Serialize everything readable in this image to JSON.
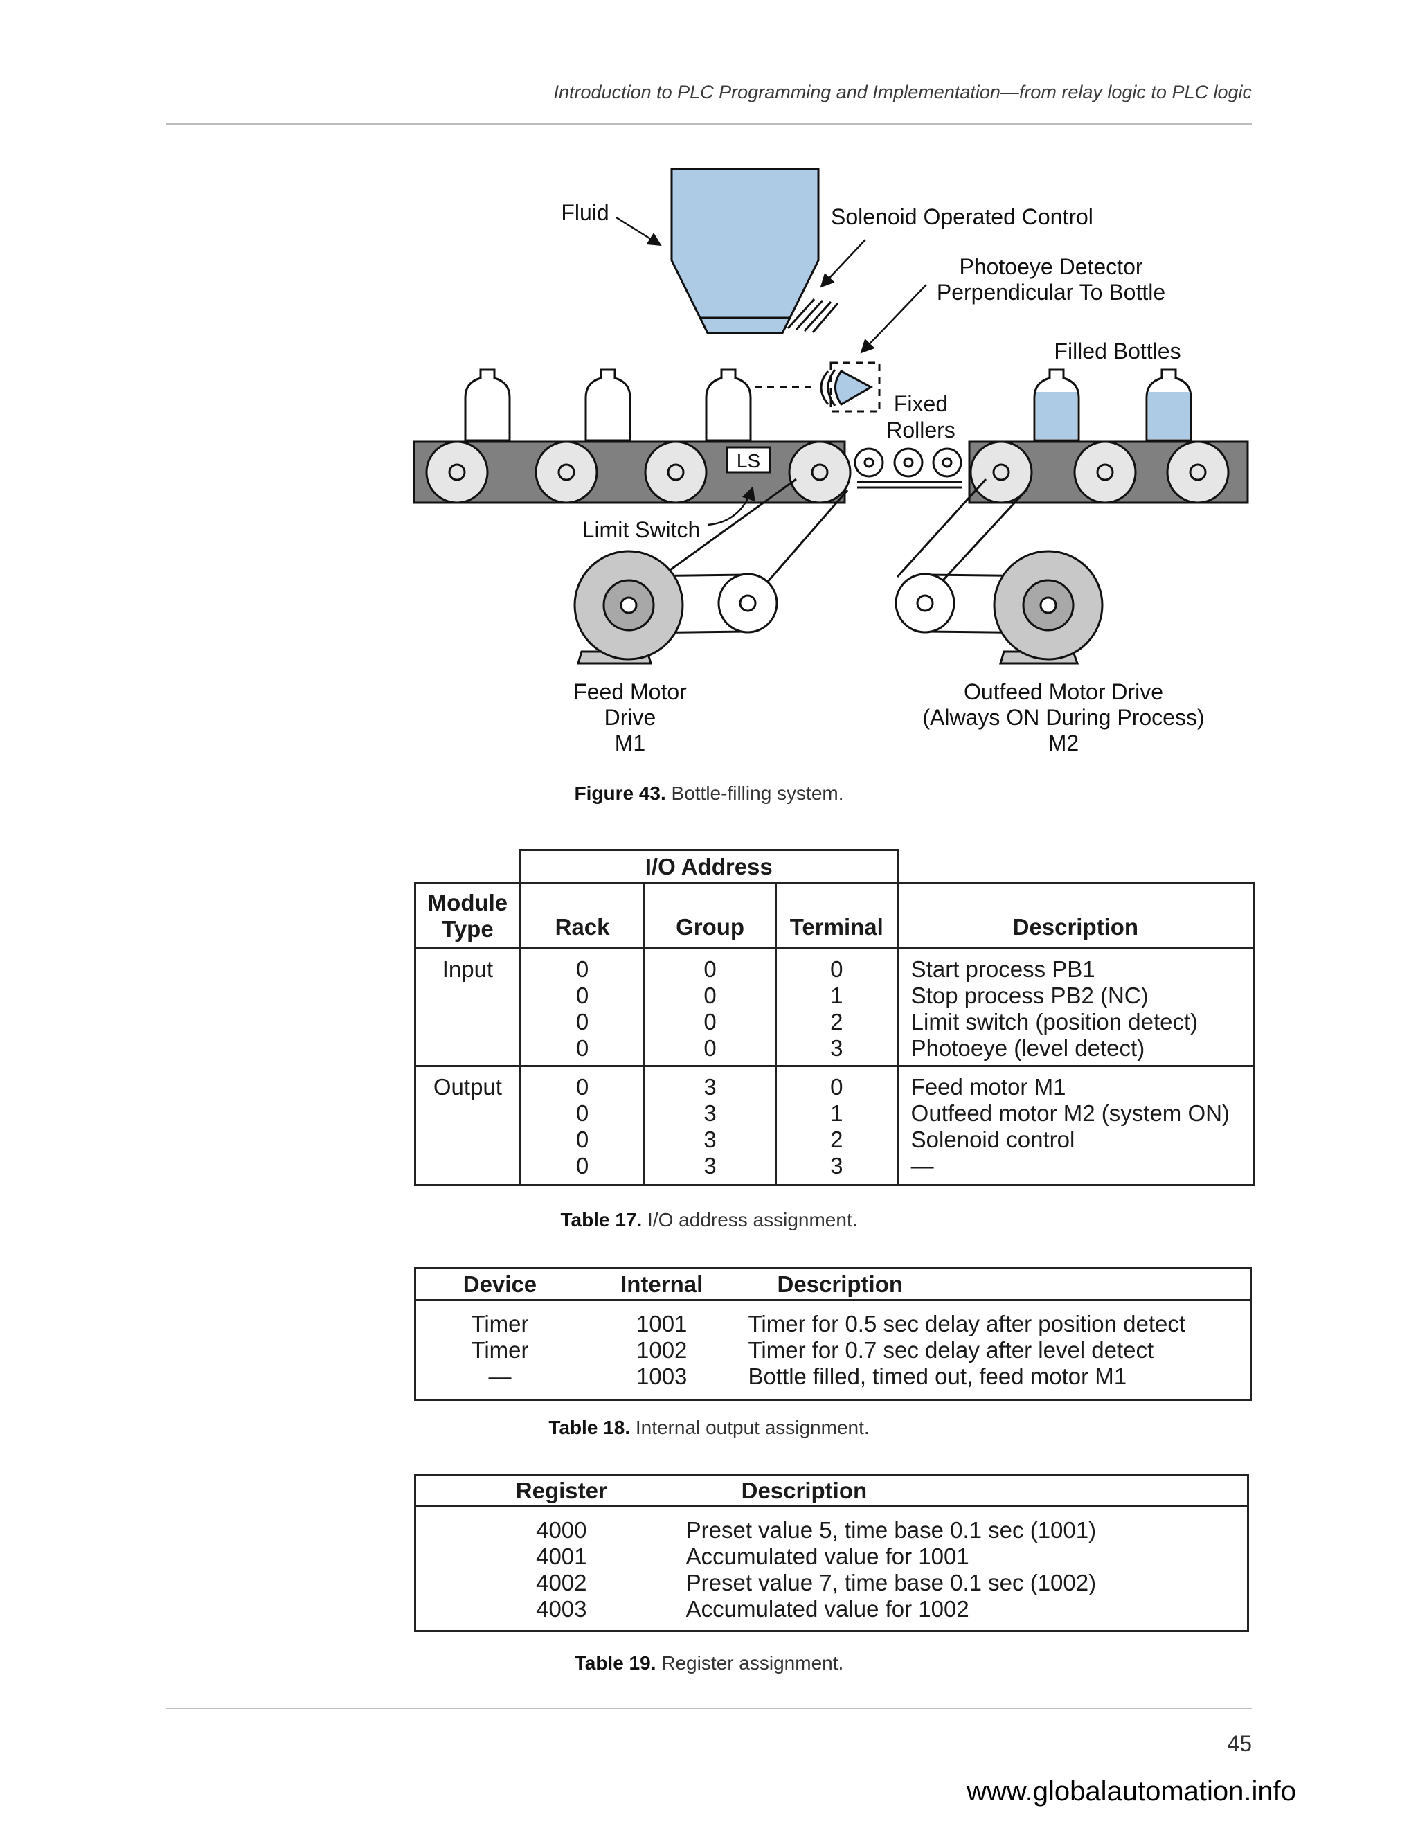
{
  "header": {
    "running_title": "Introduction to PLC Programming and Implementation—from relay logic to PLC logic"
  },
  "figure": {
    "labels": {
      "fluid": "Fluid",
      "solenoid": "Solenoid Operated Control",
      "photoeye_1": "Photoeye Detector",
      "photoeye_2": "Perpendicular To Bottle",
      "filled_bottles": "Filled Bottles",
      "fixed_1": "Fixed",
      "fixed_2": "Rollers",
      "ls": "LS",
      "limit_switch": "Limit Switch",
      "feed_1": "Feed Motor",
      "feed_2": "Drive",
      "feed_3": "M1",
      "outfeed_1": "Outfeed Motor Drive",
      "outfeed_2": "(Always ON During Process)",
      "outfeed_3": "M2"
    },
    "caption_label": "Figure 43.",
    "caption_text": "Bottle-filling system.",
    "colors": {
      "fluid": "#aecbe6",
      "conveyor": "#808080",
      "roller": "#e6e6e6",
      "motor": "#c8c8c8"
    }
  },
  "table17": {
    "group_header": "I/O Address",
    "headers": {
      "module": "Module Type",
      "rack": "Rack",
      "group": "Group",
      "terminal": "Terminal",
      "description": "Description"
    },
    "sections": [
      {
        "module": "Input",
        "rack": [
          "0",
          "0",
          "0",
          "0"
        ],
        "group": [
          "0",
          "0",
          "0",
          "0"
        ],
        "terminal": [
          "0",
          "1",
          "2",
          "3"
        ],
        "description": [
          "Start process PB1",
          "Stop process PB2 (NC)",
          "Limit switch (position detect)",
          "Photoeye (level detect)"
        ]
      },
      {
        "module": "Output",
        "rack": [
          "0",
          "0",
          "0",
          "0"
        ],
        "group": [
          "3",
          "3",
          "3",
          "3"
        ],
        "terminal": [
          "0",
          "1",
          "2",
          "3"
        ],
        "description": [
          "Feed motor M1",
          "Outfeed motor M2 (system ON)",
          "Solenoid control",
          "—"
        ]
      }
    ],
    "caption_label": "Table 17.",
    "caption_text": "I/O address assignment."
  },
  "table18": {
    "headers": {
      "device": "Device",
      "internal": "Internal",
      "description": "Description"
    },
    "device": [
      "Timer",
      "Timer",
      "—"
    ],
    "internal": [
      "1001",
      "1002",
      "1003"
    ],
    "description": [
      "Timer for 0.5 sec delay after position detect",
      "Timer for 0.7 sec delay after level detect",
      "Bottle filled, timed out, feed motor M1"
    ],
    "caption_label": "Table 18.",
    "caption_text": "Internal output assignment."
  },
  "table19": {
    "headers": {
      "register": "Register",
      "description": "Description"
    },
    "register": [
      "4000",
      "4001",
      "4002",
      "4003"
    ],
    "description": [
      "Preset value 5, time base 0.1 sec (1001)",
      "Accumulated value for 1001",
      "Preset value 7, time base 0.1 sec (1002)",
      "Accumulated value for 1002"
    ],
    "caption_label": "Table 19.",
    "caption_text": "Register assignment."
  },
  "footer": {
    "page_number": "45",
    "watermark": "www.globalautomation.info"
  }
}
